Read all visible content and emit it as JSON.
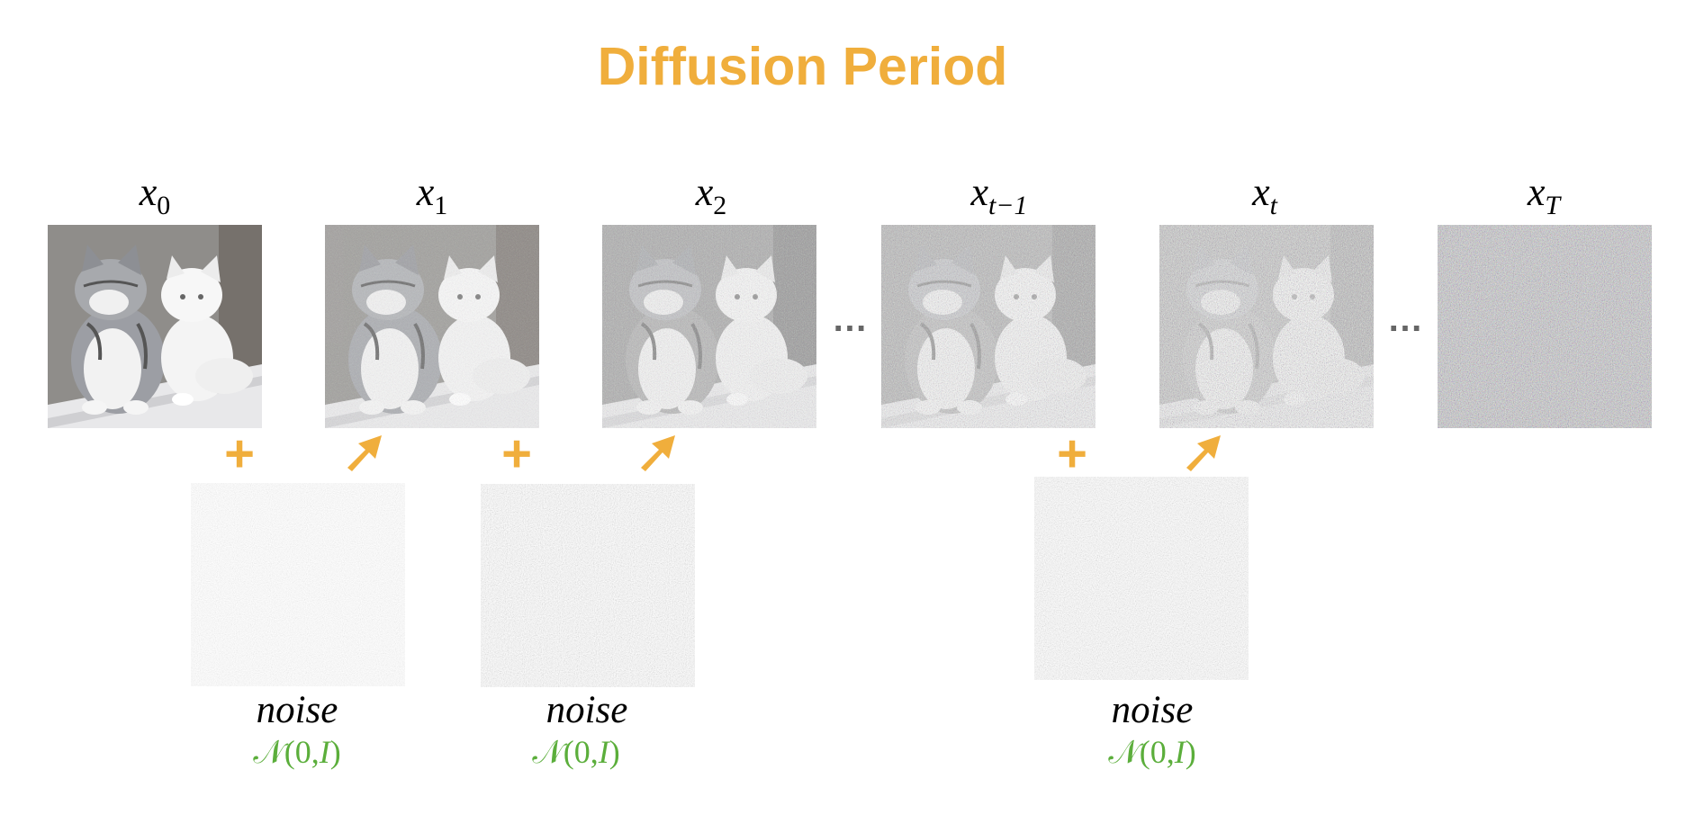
{
  "title": "Diffusion Period",
  "colors": {
    "accent": "#F0AE3C",
    "distribution": "#5BAE3B"
  },
  "states": [
    {
      "base": "x",
      "sub": "0",
      "noise_level": 0.0
    },
    {
      "base": "x",
      "sub": "1",
      "noise_level": 0.25
    },
    {
      "base": "x",
      "sub": "2",
      "noise_level": 0.45
    },
    {
      "base": "x",
      "sub": "t−1",
      "noise_level": 0.6
    },
    {
      "base": "x",
      "sub": "t",
      "noise_level": 0.78
    },
    {
      "base": "x",
      "sub": "T",
      "noise_level": 1.0
    }
  ],
  "ellipsis": "…",
  "noise": {
    "label": "noise",
    "dist_symbol": "𝒩",
    "dist_args": "(0,",
    "dist_var": "I",
    "dist_close": ")"
  },
  "operators": {
    "plus": "+"
  }
}
